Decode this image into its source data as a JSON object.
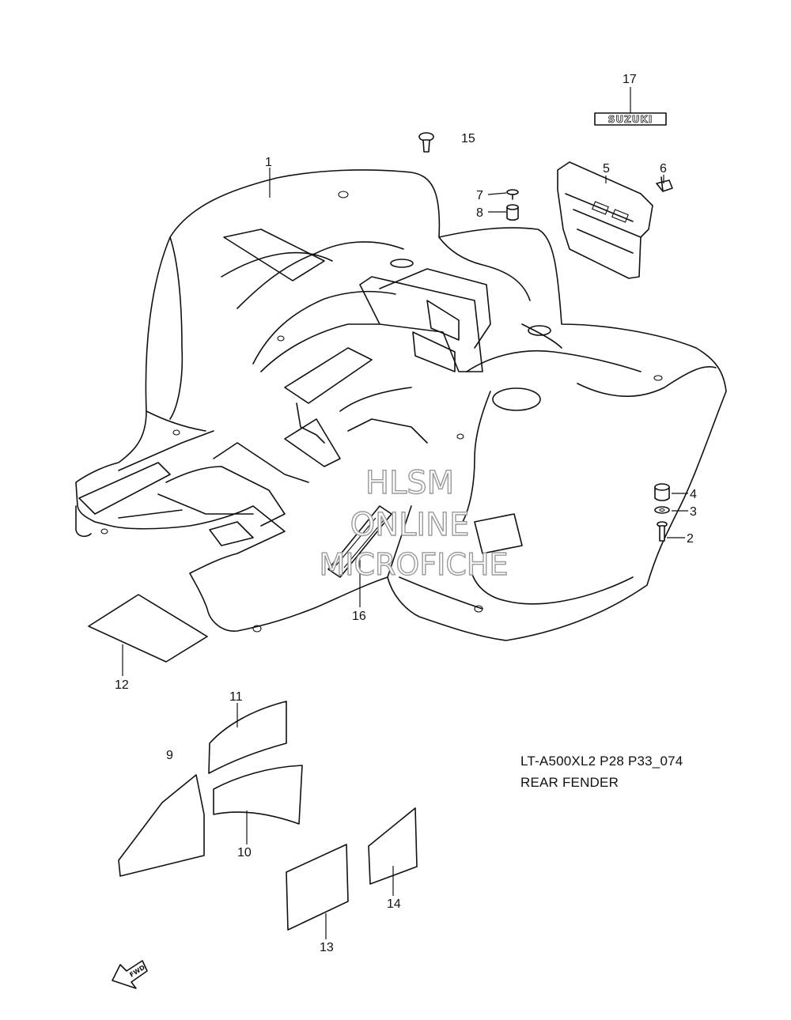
{
  "diagram": {
    "code": "LT-A500XL2 P28 P33_074",
    "title": "REAR FENDER",
    "badge_text": "SUZUKI",
    "fwd_text": "FWD",
    "watermark": [
      "HLSM",
      "ONLINE",
      "MICROFICHE"
    ],
    "parts": [
      {
        "num": "1"
      },
      {
        "num": "2"
      },
      {
        "num": "3"
      },
      {
        "num": "4"
      },
      {
        "num": "5"
      },
      {
        "num": "6"
      },
      {
        "num": "7"
      },
      {
        "num": "8"
      },
      {
        "num": "9"
      },
      {
        "num": "10"
      },
      {
        "num": "11"
      },
      {
        "num": "12"
      },
      {
        "num": "13"
      },
      {
        "num": "14"
      },
      {
        "num": "15"
      },
      {
        "num": "16"
      },
      {
        "num": "17"
      }
    ]
  }
}
